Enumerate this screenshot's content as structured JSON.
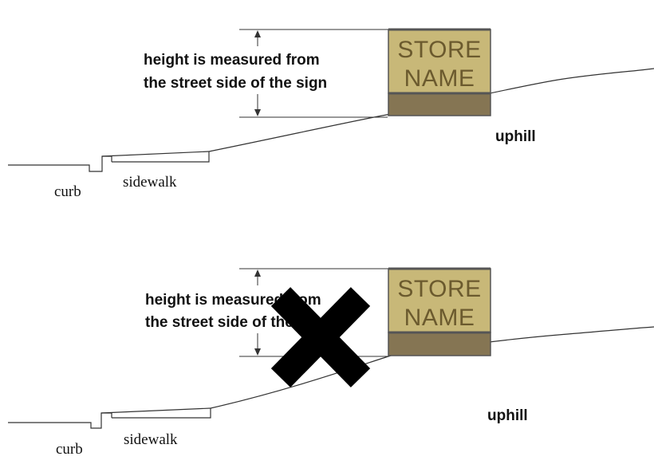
{
  "panels": [
    {
      "measure_label_line1": "height is measured from",
      "measure_label_line2": "the street side of the sign",
      "sign_line1": "STORE",
      "sign_line2": "NAME",
      "uphill_label": "uphill",
      "curb_label": "curb",
      "sidewalk_label": "sidewalk"
    },
    {
      "measure_label_line1": "height is measured from",
      "measure_label_line2": "the street side of the sign",
      "sign_line1": "STORE",
      "sign_line2": "NAME",
      "uphill_label": "uphill",
      "curb_label": "curb",
      "sidewalk_label": "sidewalk",
      "crossed_out": true
    }
  ],
  "colors": {
    "sign_face": "#c8b878",
    "sign_base": "#857553",
    "sign_border": "#555555",
    "sign_text": "#6b5a2e",
    "cross": "#000000"
  }
}
